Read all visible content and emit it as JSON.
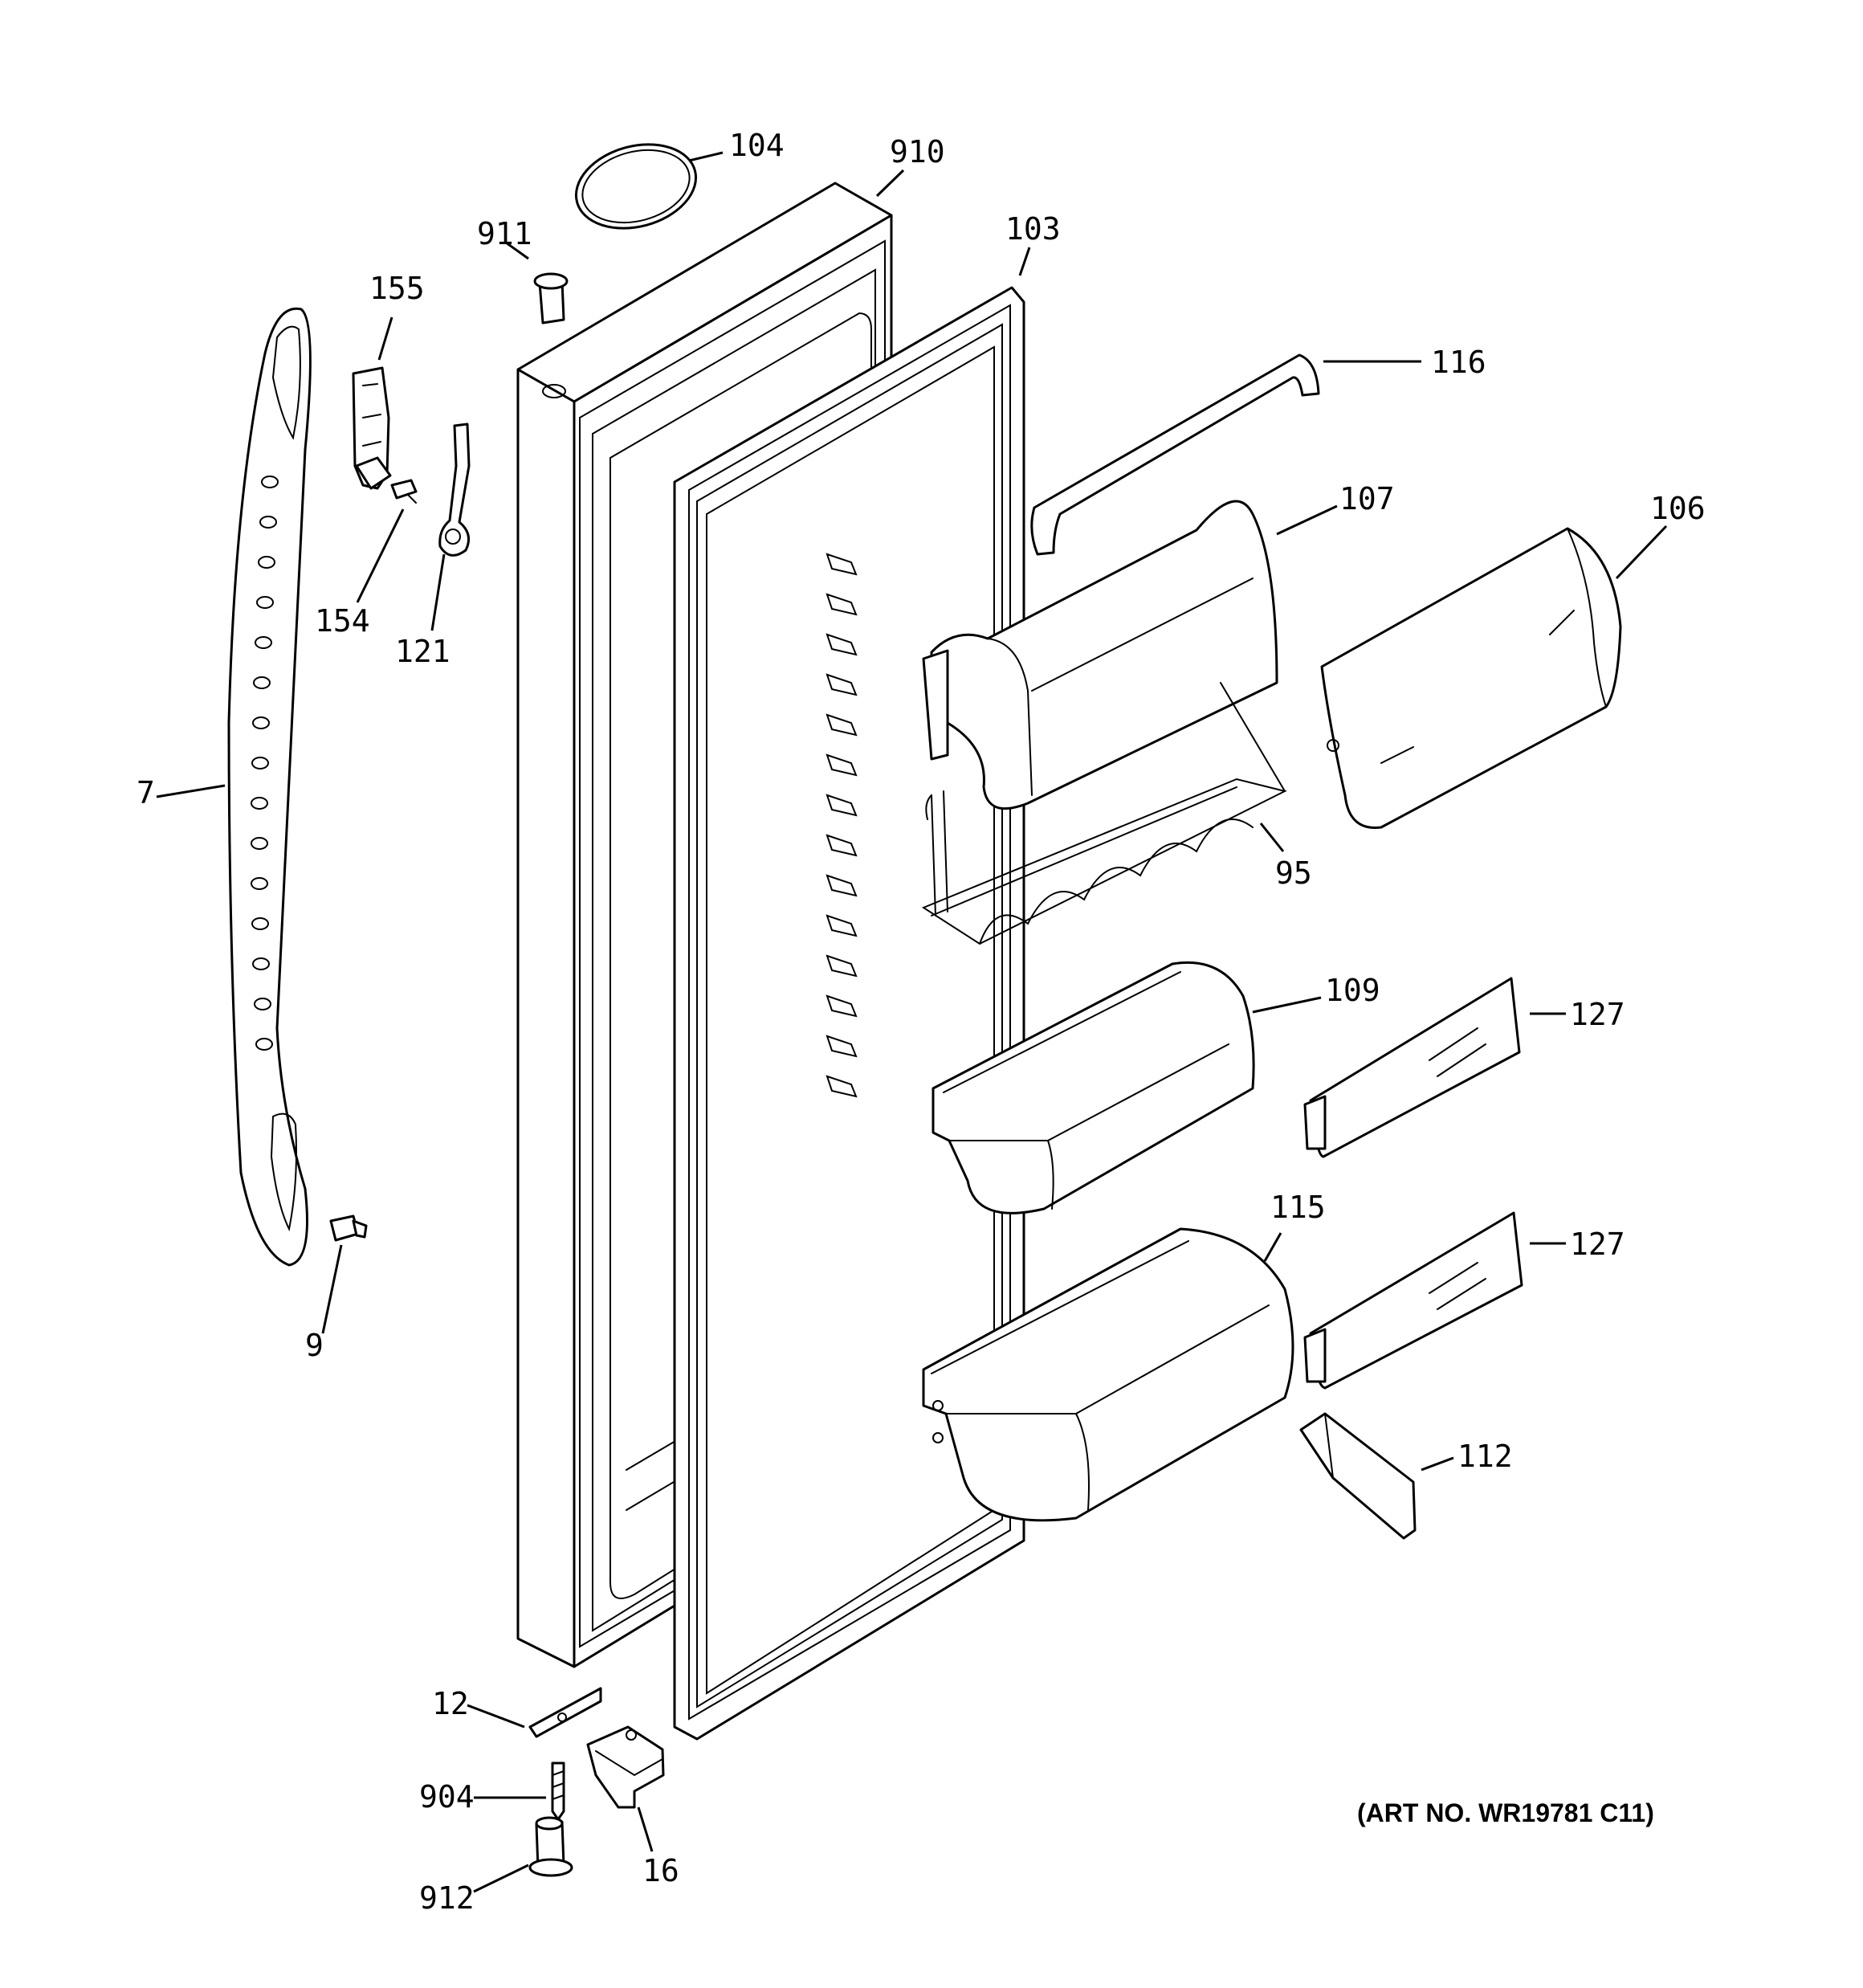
{
  "callouts": {
    "c104": "104",
    "c910": "910",
    "c911": "911",
    "c103": "103",
    "c155": "155",
    "c116": "116",
    "c107": "107",
    "c106": "106",
    "c154": "154",
    "c121": "121",
    "c7": "7",
    "c95": "95",
    "c109": "109",
    "c127a": "127",
    "c115": "115",
    "c127b": "127",
    "c9": "9",
    "c112": "112",
    "c12": "12",
    "c904": "904",
    "c16": "16",
    "c912": "912"
  },
  "art_number": "(ART NO. WR19781 C11)"
}
